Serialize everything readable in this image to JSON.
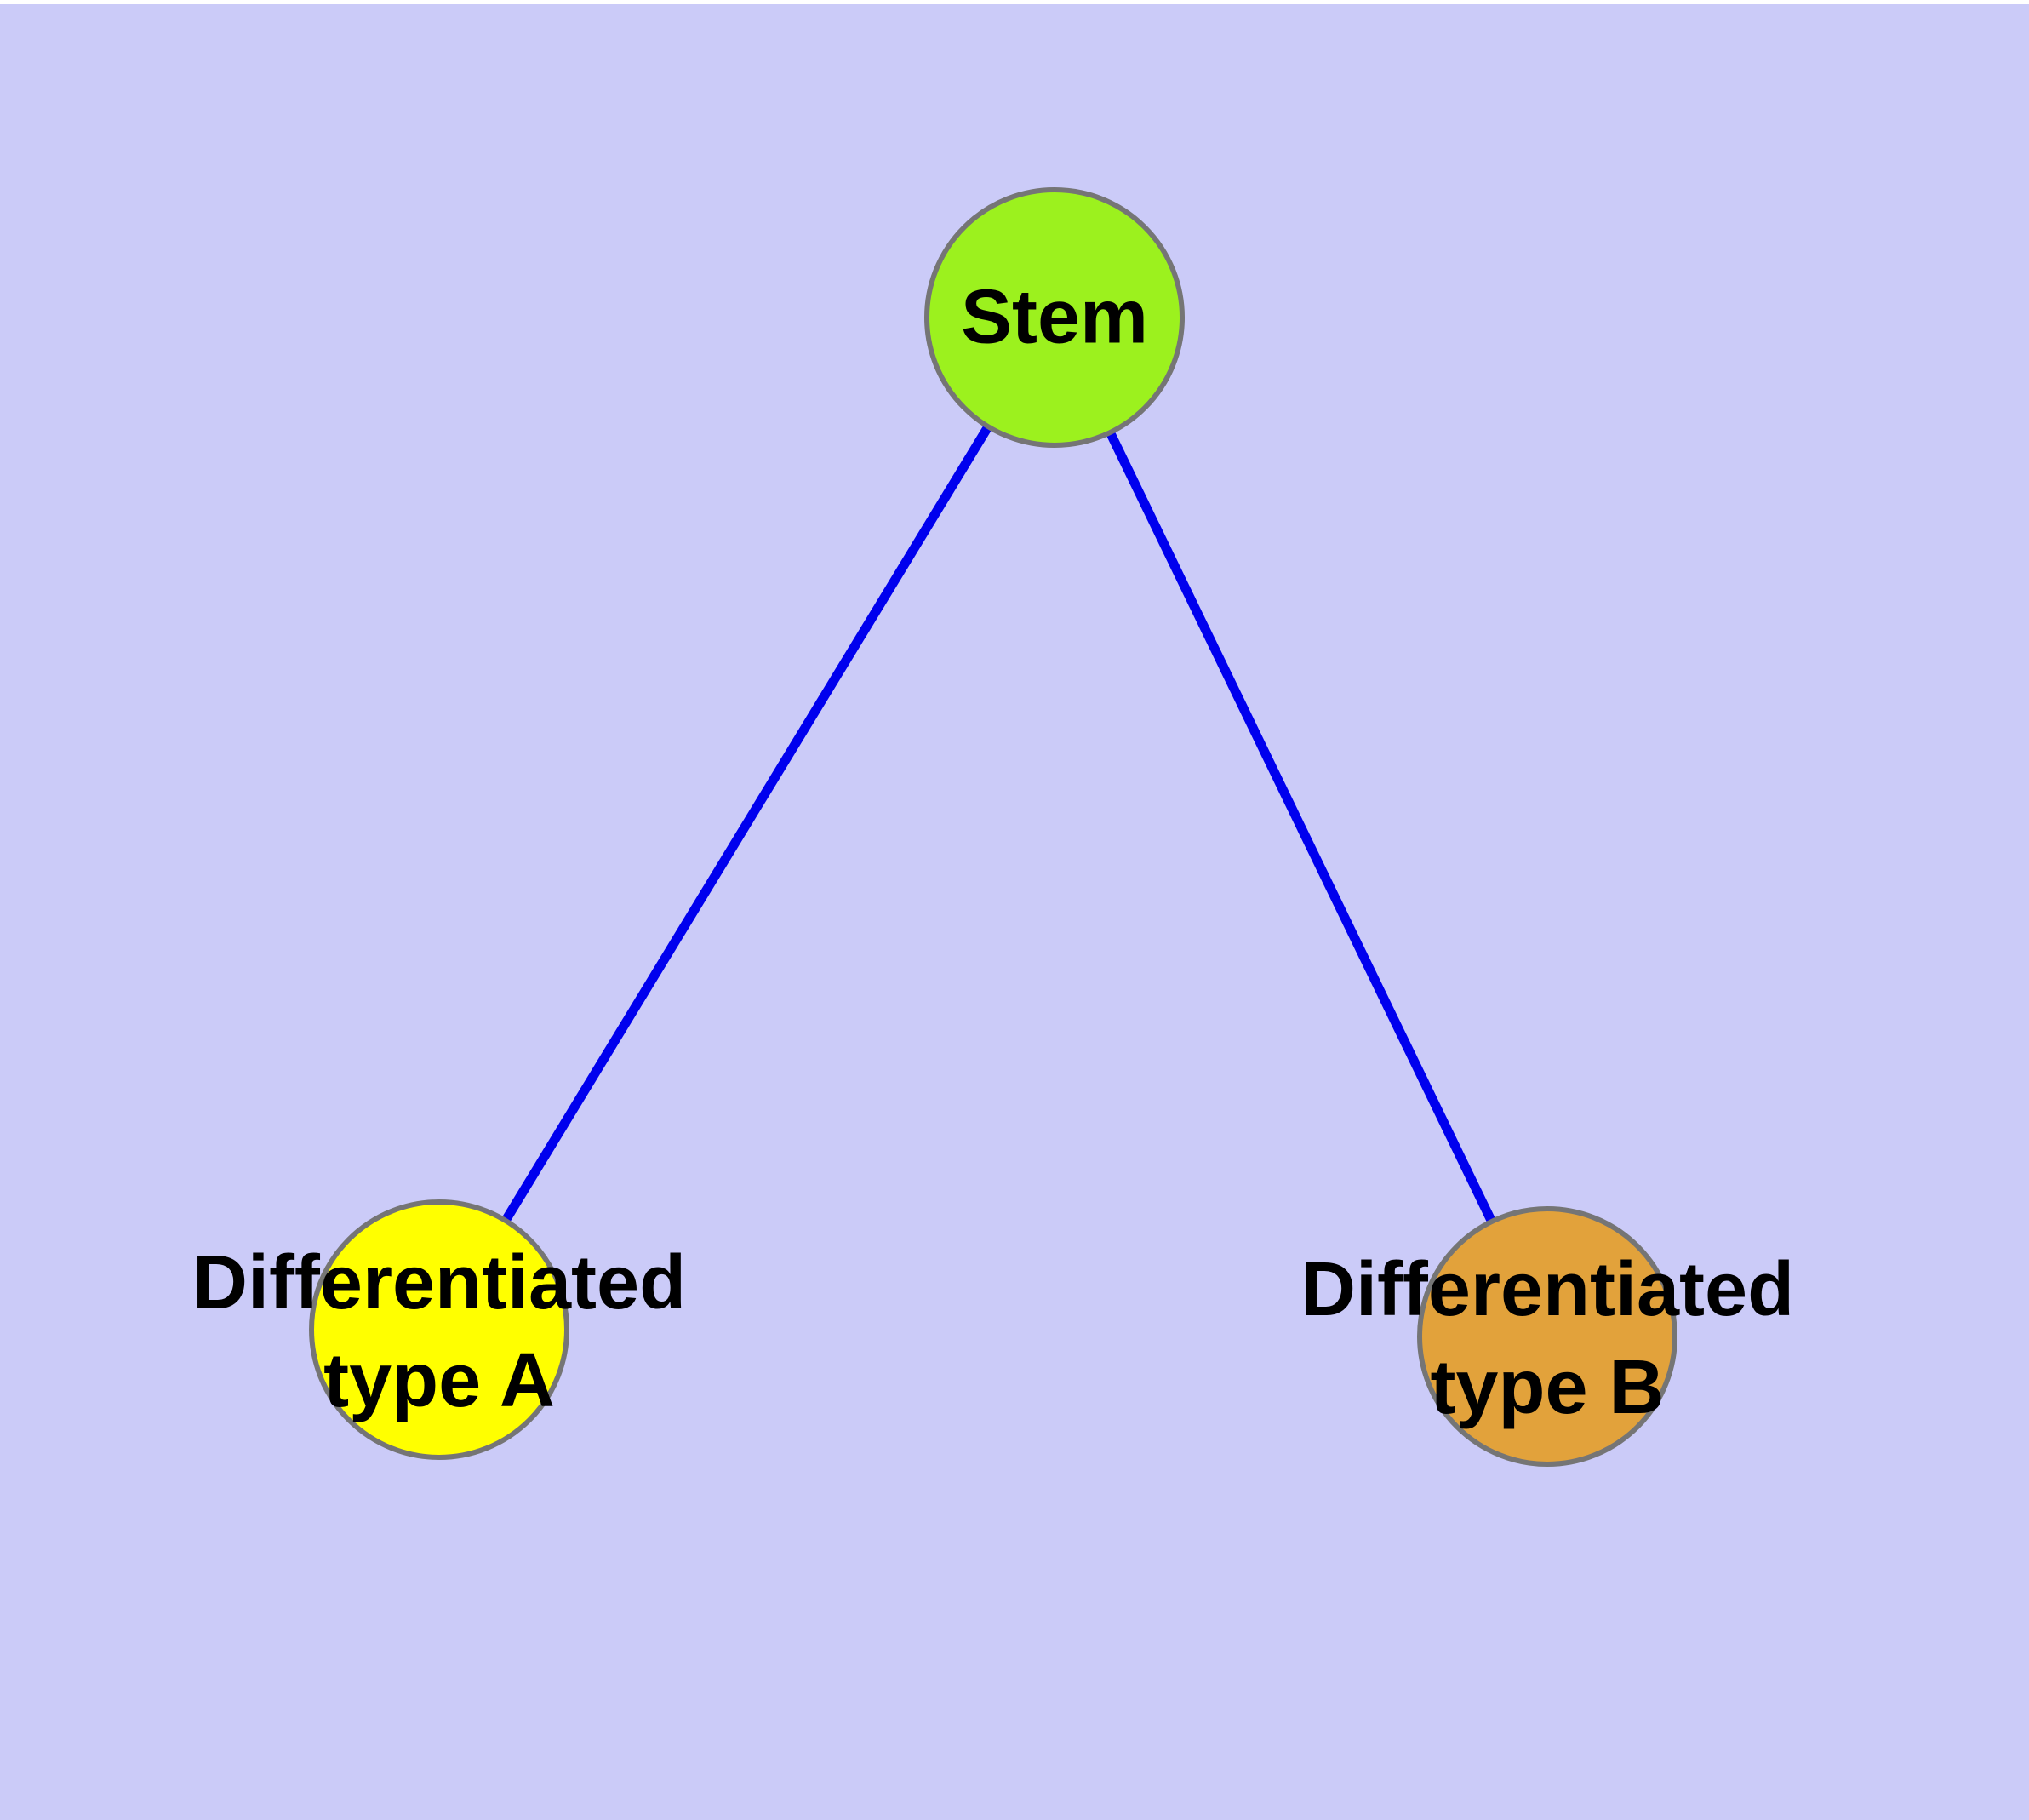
{
  "canvas": {
    "background_color": "#CBCBF8",
    "top_margin_color": "#FFFFFF"
  },
  "graph": {
    "text_color": "#000000",
    "node_border_color": "#757575",
    "edge_color": "#0000EE",
    "nodes": [
      {
        "id": "stem",
        "label": "Stem",
        "lines": [
          "Stem"
        ],
        "fill": "#9CF11E",
        "shape": "circle"
      },
      {
        "id": "differentiated-type-a",
        "label": "Differentiated type A",
        "lines": [
          "Differentiated",
          "type A"
        ],
        "fill": "#FFFF00",
        "shape": "circle"
      },
      {
        "id": "differentiated-type-b",
        "label": "Differentiated type B",
        "lines": [
          "Differentiated",
          "type B"
        ],
        "fill": "#E2A23B",
        "shape": "circle"
      }
    ],
    "edges": [
      {
        "from": "Stem",
        "to": "Differentiated type A",
        "color": "#0000EE"
      },
      {
        "from": "Stem",
        "to": "Differentiated type B",
        "color": "#0000EE"
      }
    ]
  }
}
